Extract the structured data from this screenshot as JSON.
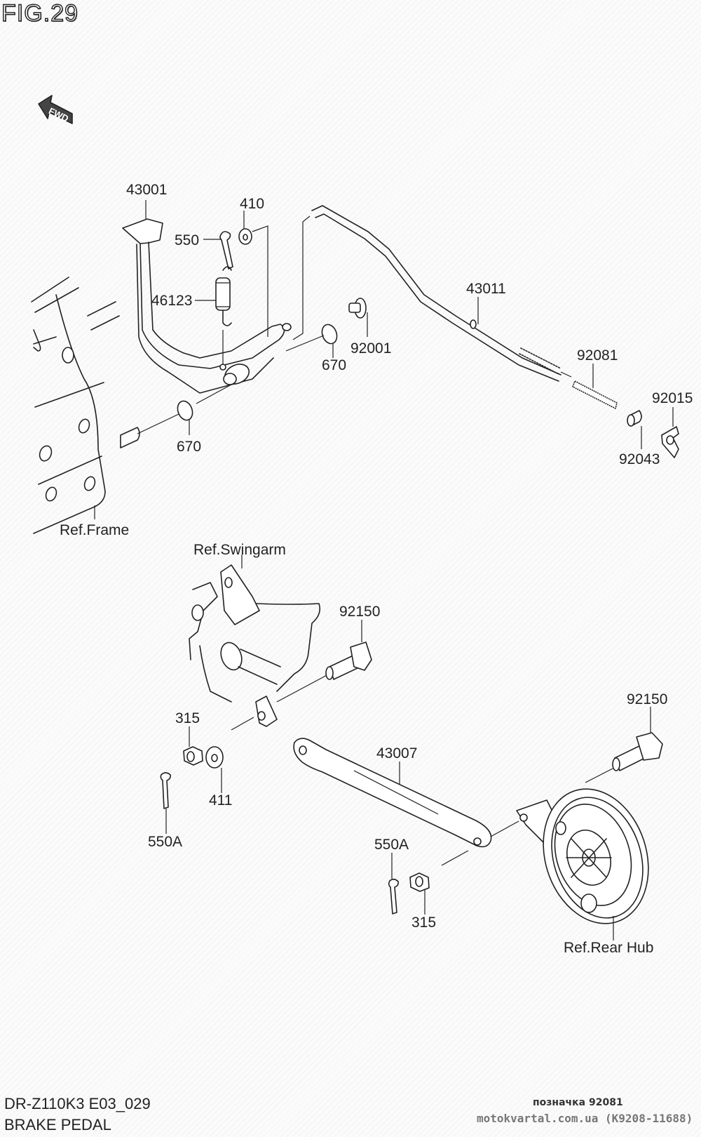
{
  "figure": {
    "title": "FIG.29",
    "model_code": "DR-Z110K3 E03_029",
    "section_name": "BRAKE PEDAL",
    "direction_badge": "FWD"
  },
  "watermark": {
    "label": "позначка 92081",
    "site": "motokvartal.com.ua (K9208-11688)"
  },
  "callouts": {
    "brake_pedal": "43001",
    "washer_410": "410",
    "cotter_pin_550": "550",
    "return_spring": "46123",
    "brake_rod": "43011",
    "bolt_92001": "92001",
    "circlip_upper": "670",
    "circlip_lower": "670",
    "rod_spring": "92081",
    "wing_nut": "92015",
    "joint_pin": "92043",
    "ref_frame": "Ref.Frame",
    "ref_swingarm": "Ref.Swingarm",
    "bolt_swingarm": "92150",
    "bolt_hub": "92150",
    "nut_left": "315",
    "washer_411": "411",
    "cotter_pin_left": "550A",
    "torque_link": "43007",
    "cotter_pin_right": "550A",
    "nut_right": "315",
    "ref_rear_hub": "Ref.Rear Hub"
  }
}
